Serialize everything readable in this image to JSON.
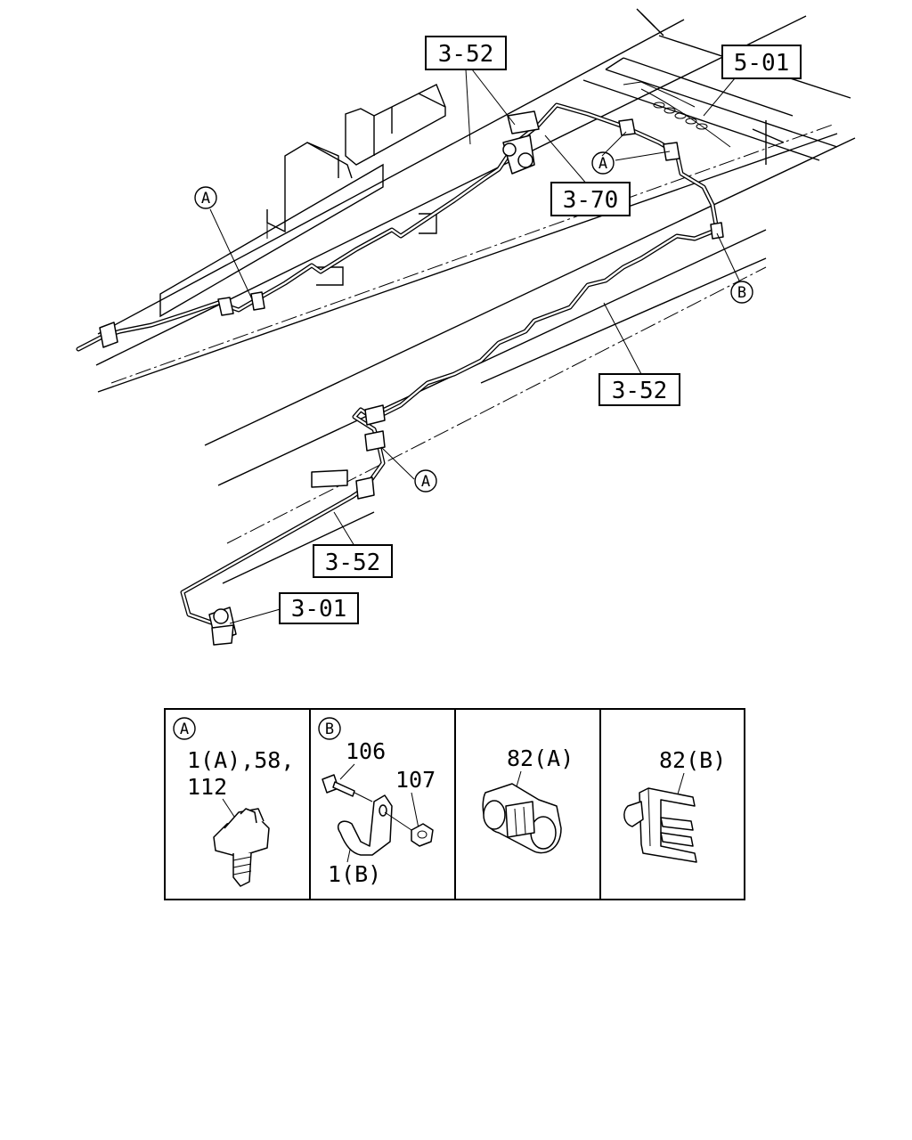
{
  "callouts": {
    "c352_top": "3-52",
    "c501": "5-01",
    "c370": "3-70",
    "c352_mid": "3-52",
    "c352_low": "3-52",
    "c301": "3-01"
  },
  "circle_markers": {
    "a_left": "A",
    "a_right": "A",
    "b_right": "B",
    "a_lower": "A"
  },
  "detail_table": {
    "cell_a": {
      "marker": "A",
      "line1": "1(A),58,",
      "line2": "112"
    },
    "cell_b": {
      "marker": "B",
      "label_106": "106",
      "label_107": "107",
      "label_1b": "1(B)"
    },
    "cell_c": {
      "label": "82(A)"
    },
    "cell_d": {
      "label": "82(B)"
    }
  }
}
